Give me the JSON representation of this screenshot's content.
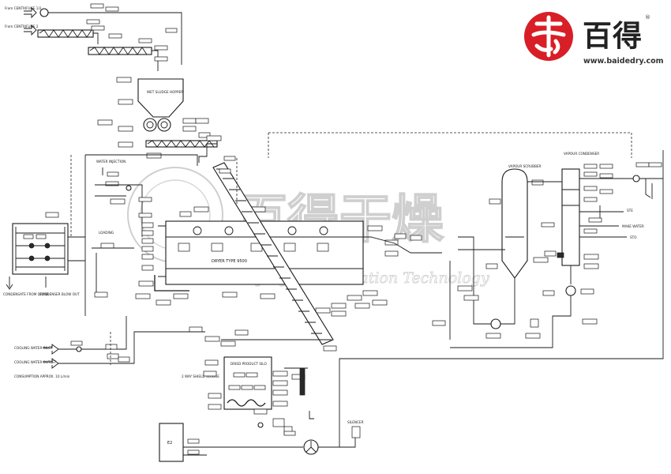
{
  "brand": {
    "name_cn": "百得",
    "url": "www.baidedry.com",
    "registered_mark": "®",
    "logo_color": "#d81e26"
  },
  "watermark": {
    "text_cn": "百得干燥",
    "text_en": "Drying and Filtration Technology"
  },
  "labels": {
    "feed_centrifuge_1": "From CENTRIFUGE 1/2",
    "feed_centrifuge_2": "From CENTRIFUGE 2",
    "wet_sludge_hopper": "WET SLUDGE HOPPER",
    "water_injection": "WATER INJECTION",
    "dryer": "DRYER TYPE 9500",
    "vapour_scrubber": "VAPOUR SCRUBBER",
    "vapour_condenser": "VAPOUR CONDENSER",
    "dried_product_silo": "DRIED PRODUCT SILO",
    "silo_twin_screw": "2 WAY SHIELD SLUDGE",
    "condensate_out": "CONDENSATE FROM DRYER",
    "condensate_blowout": "CONDENSER BLOW OUT",
    "cooling_water_inlet": "COOLING WATER INLET",
    "cooling_water_outlet": "COOLING WATER OUTLET",
    "consumption_note": "CONSUMPTION APPROX. 10 L/min",
    "make_water": "MAKE WATER",
    "ste": "STE",
    "sto": "STO",
    "silencer": "SILENCER",
    "e2": "E2",
    "loader": "LOADING"
  }
}
